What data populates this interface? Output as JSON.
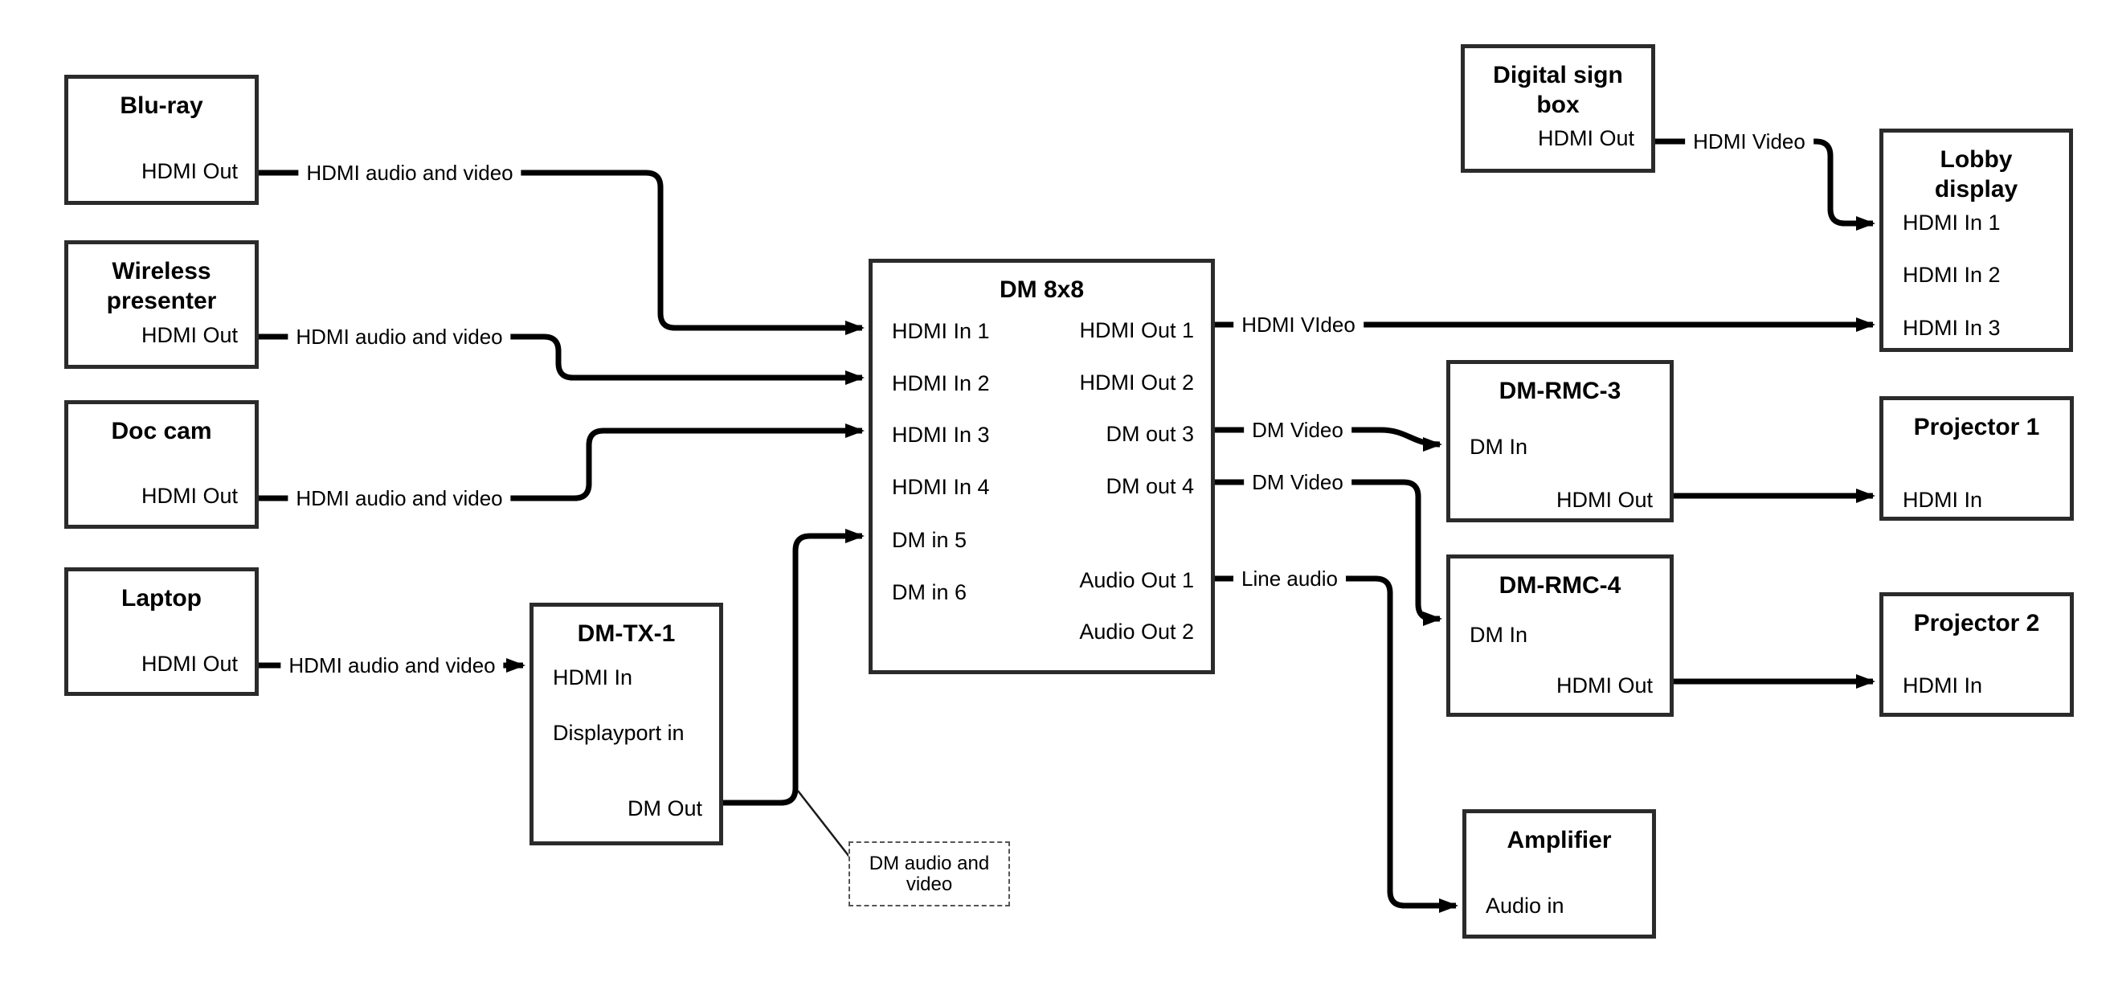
{
  "nodes": {
    "bluray": {
      "title": "Blu-ray",
      "ports": [
        {
          "label": "HDMI Out"
        }
      ]
    },
    "wireless_presenter": {
      "title": "Wireless presenter",
      "ports": [
        {
          "label": "HDMI Out"
        }
      ]
    },
    "doc_cam": {
      "title": "Doc cam",
      "ports": [
        {
          "label": "HDMI Out"
        }
      ]
    },
    "laptop": {
      "title": "Laptop",
      "ports": [
        {
          "label": "HDMI Out"
        }
      ]
    },
    "dm_tx_1": {
      "title": "DM-TX-1",
      "ports": [
        {
          "label": "HDMI In"
        },
        {
          "label": "Displayport in"
        },
        {
          "label": "DM Out"
        }
      ]
    },
    "dm_8x8": {
      "title": "DM 8x8",
      "ports_left": [
        {
          "label": "HDMI In 1"
        },
        {
          "label": "HDMI In 2"
        },
        {
          "label": "HDMI In 3"
        },
        {
          "label": "HDMI In 4"
        },
        {
          "label": "DM in 5"
        },
        {
          "label": "DM in 6"
        }
      ],
      "ports_right": [
        {
          "label": "HDMI Out 1"
        },
        {
          "label": "HDMI Out 2"
        },
        {
          "label": "DM out 3"
        },
        {
          "label": "DM out 4"
        },
        {
          "label": "Audio Out 1"
        },
        {
          "label": "Audio Out 2"
        }
      ]
    },
    "digital_sign_box": {
      "title": "Digital sign box",
      "ports": [
        {
          "label": "HDMI Out"
        }
      ]
    },
    "lobby_display": {
      "title": "Lobby display",
      "ports": [
        {
          "label": "HDMI In 1"
        },
        {
          "label": "HDMI In 2"
        },
        {
          "label": "HDMI In 3"
        }
      ]
    },
    "dm_rmc_3": {
      "title": "DM-RMC-3",
      "ports": [
        {
          "label": "DM In"
        },
        {
          "label": "HDMI Out"
        }
      ]
    },
    "projector_1": {
      "title": "Projector 1",
      "ports": [
        {
          "label": "HDMI In"
        }
      ]
    },
    "dm_rmc_4": {
      "title": "DM-RMC-4",
      "ports": [
        {
          "label": "DM In"
        },
        {
          "label": "HDMI Out"
        }
      ]
    },
    "projector_2": {
      "title": "Projector 2",
      "ports": [
        {
          "label": "HDMI In"
        }
      ]
    },
    "amplifier": {
      "title": "Amplifier",
      "ports": [
        {
          "label": "Audio in"
        }
      ]
    }
  },
  "edges": [
    {
      "label": "HDMI audio and video",
      "from": "Blu-ray / HDMI Out",
      "to": "DM 8x8 / HDMI In 1"
    },
    {
      "label": "HDMI audio and video",
      "from": "Wireless presenter / HDMI Out",
      "to": "DM 8x8 / HDMI In 2"
    },
    {
      "label": "HDMI audio and video",
      "from": "Doc cam / HDMI Out",
      "to": "DM 8x8 / HDMI In 3"
    },
    {
      "label": "HDMI audio and video",
      "from": "Laptop / HDMI Out",
      "to": "DM-TX-1 / HDMI In"
    },
    {
      "label": "",
      "from": "DM-TX-1 / DM Out",
      "to": "DM 8x8 / DM in 5"
    },
    {
      "label": "HDMI VIdeo",
      "from": "DM 8x8 / HDMI Out 1",
      "to": "Lobby display / HDMI In 3"
    },
    {
      "label": "HDMI Video",
      "from": "Digital sign box / HDMI Out",
      "to": "Lobby display / HDMI In 1"
    },
    {
      "label": "DM Video",
      "from": "DM 8x8 / DM out 3",
      "to": "DM-RMC-3 / DM In"
    },
    {
      "label": "DM Video",
      "from": "DM 8x8 / DM out 4",
      "to": "DM-RMC-4 / DM In"
    },
    {
      "label": "Line audio",
      "from": "DM 8x8 / Audio Out 1",
      "to": "Amplifier / Audio in"
    },
    {
      "label": "",
      "from": "DM-RMC-3 / HDMI Out",
      "to": "Projector 1 / HDMI In"
    },
    {
      "label": "",
      "from": "DM-RMC-4 / HDMI Out",
      "to": "Projector 2 / HDMI In"
    }
  ],
  "note": {
    "text": "DM audio and video"
  },
  "colors": {
    "line": "#000000",
    "box_border": "#2b2b2b",
    "background": "#ffffff",
    "text": "#000000"
  }
}
